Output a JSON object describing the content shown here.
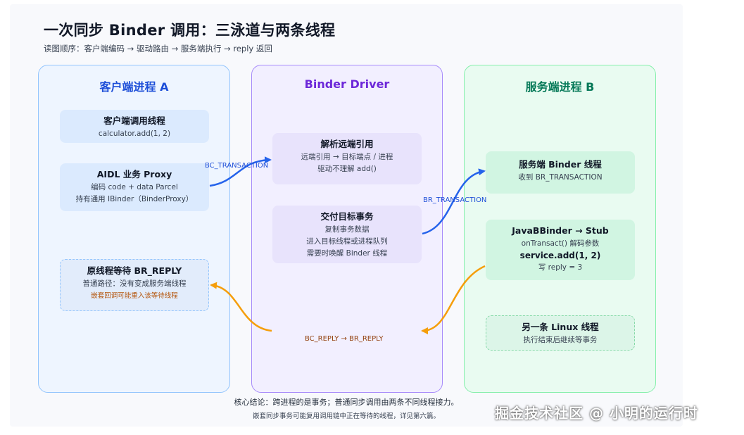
{
  "title": "一次同步 Binder 调用：三泳道与两条线程",
  "subtitle": "读图顺序：客户端编码 → 驱动路由 → 服务端执行 → reply 返回",
  "lanes": {
    "client": {
      "title": "客户端进程 A",
      "caller": {
        "title": "客户端调用线程",
        "line1": "calculator.add(1, 2)"
      },
      "proxy": {
        "title": "AIDL 业务 Proxy",
        "line1": "编码 code + data Parcel",
        "line2": "持有通用 IBinder（BinderProxy）"
      },
      "wait": {
        "title": "原线程等待 BR_REPLY",
        "line1": "普通路径：没有变成服务端线程",
        "line2": "嵌套回调可能重入该等待线程"
      }
    },
    "driver": {
      "title": "Binder Driver",
      "resolve": {
        "title": "解析远端引用",
        "line1": "远端引用 → 目标端点 / 进程",
        "line2": "驱动不理解 add()"
      },
      "deliver": {
        "title": "交付目标事务",
        "line1": "复制事务数据",
        "line2": "进入目标线程或进程队列",
        "line3": "需要时唤醒 Binder 线程"
      }
    },
    "server": {
      "title": "服务端进程 B",
      "thread": {
        "title": "服务端 Binder 线程",
        "line1": "收到 BR_TRANSACTION"
      },
      "stub": {
        "title": "JavaBBinder → Stub",
        "line1": "onTransact() 解码参数",
        "line2": "service.add(1, 2)",
        "line3": "写 reply = 3"
      },
      "other": {
        "title": "另一条 Linux 线程",
        "line1": "执行结束后继续等事务"
      }
    }
  },
  "edges": {
    "bc_transaction": "BC_TRANSACTION",
    "br_transaction": "BR_TRANSACTION",
    "reply": "BC_REPLY → BR_REPLY"
  },
  "colors": {
    "blue_arrow": "#2563eb",
    "orange_arrow": "#f59e0b"
  },
  "footer": {
    "line1": "核心结论：跨进程的是事务；普通同步调用由两条不同线程接力。",
    "line2": "嵌套同步事务可能复用调用链中正在等待的线程，详见第六篇。"
  },
  "watermark": "掘金技术社区 @ 小明的运行时"
}
